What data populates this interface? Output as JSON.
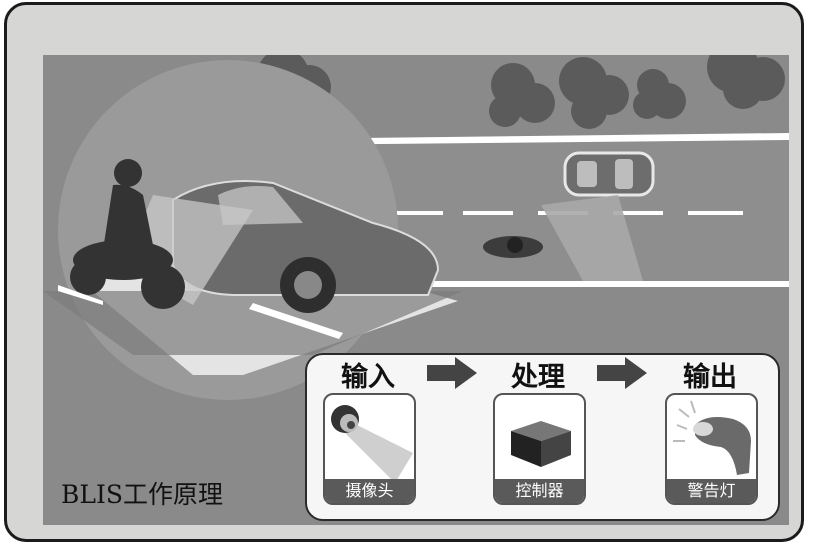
{
  "caption": "BLIS工作原理",
  "stages": [
    {
      "title": "输入",
      "device": "摄像头",
      "icon": "camera-icon"
    },
    {
      "title": "处理",
      "device": "控制器",
      "icon": "controller-box-icon"
    },
    {
      "title": "输出",
      "device": "警告灯",
      "icon": "warning-light-icon"
    }
  ]
}
